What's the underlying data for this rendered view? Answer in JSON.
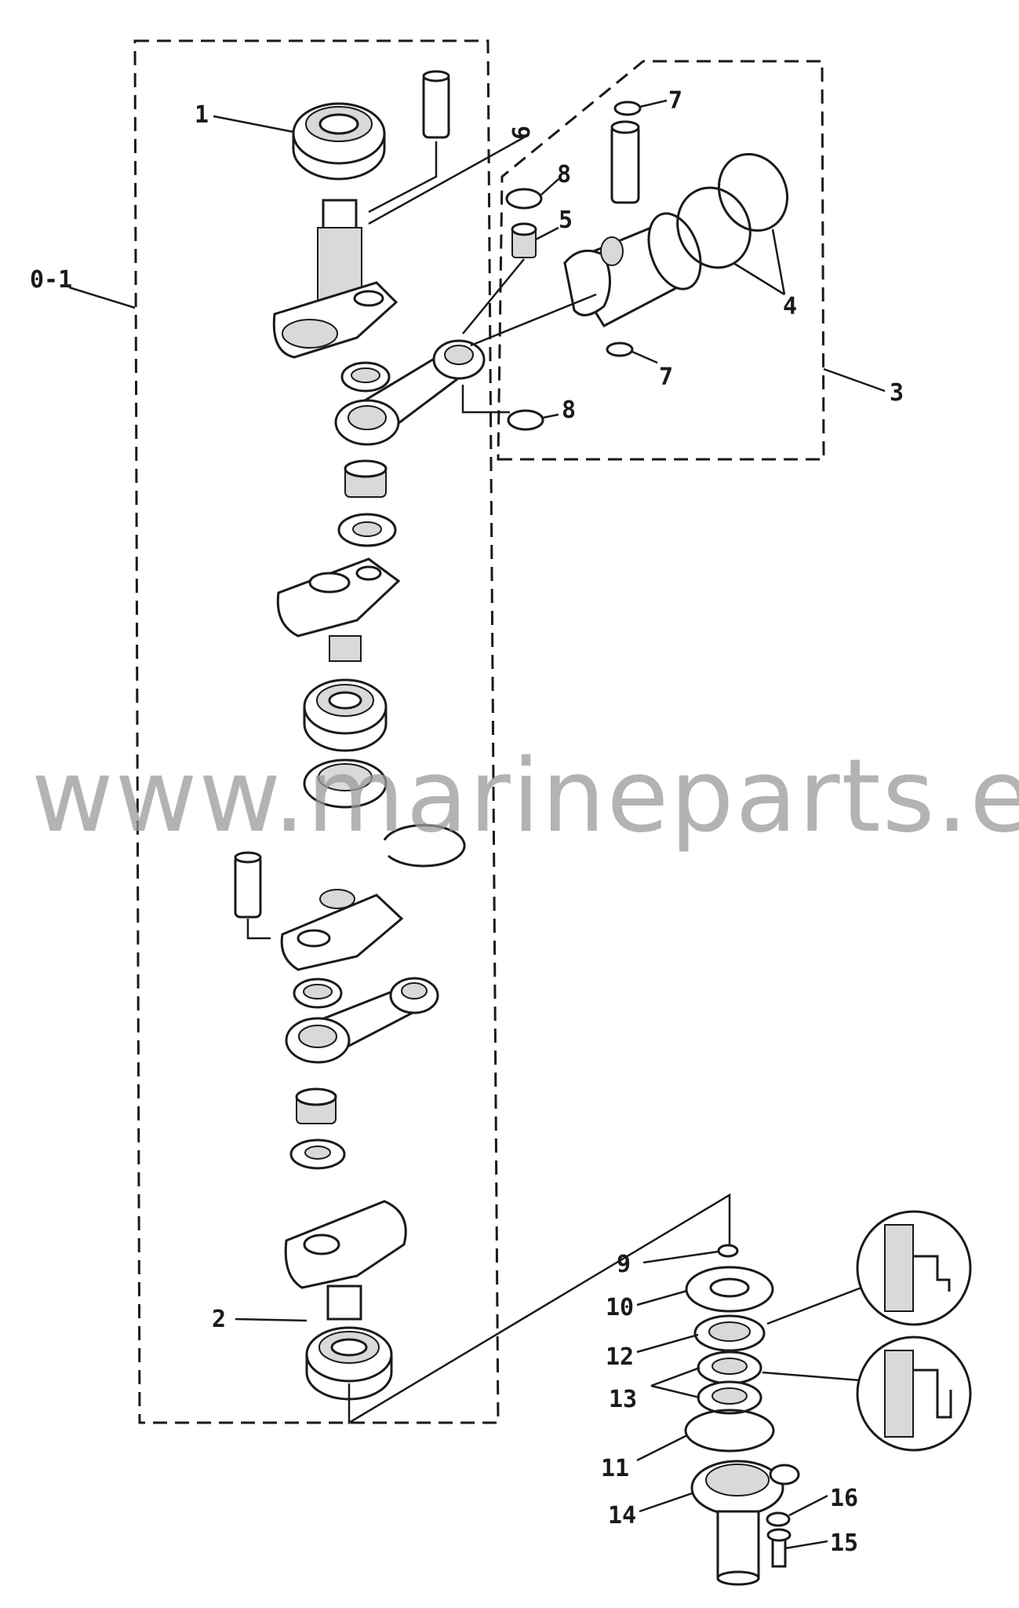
{
  "diagram": {
    "watermark": "www.marineparts.eu",
    "callouts": {
      "c1": "1",
      "c2": "2",
      "c3": "3",
      "c4": "4",
      "c5": "5",
      "c6": "6",
      "c7a": "7",
      "c7b": "7",
      "c8a": "8",
      "c8b": "8",
      "c9": "9",
      "c10": "10",
      "c11": "11",
      "c12": "12",
      "c13": "13",
      "c14": "14",
      "c15": "15",
      "c16": "16",
      "c01": "0-1"
    }
  }
}
